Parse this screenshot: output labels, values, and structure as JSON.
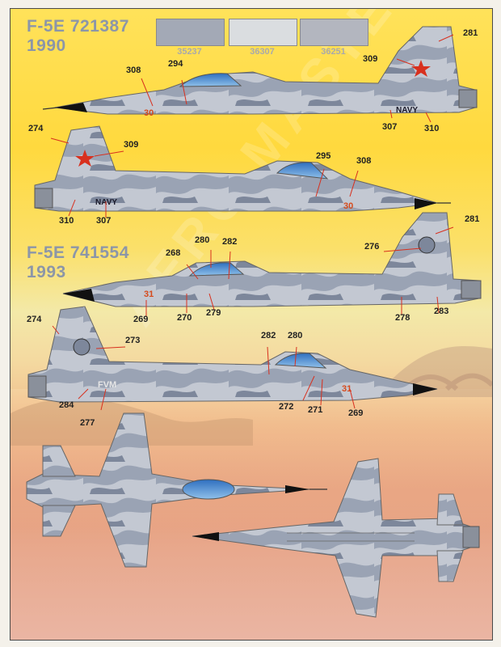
{
  "aircraft": [
    {
      "title_line1": "F-5E 721387",
      "title_line2": "1990"
    },
    {
      "title_line1": "F-5E 741554",
      "title_line2": "1993"
    }
  ],
  "swatches": [
    {
      "code": "35237",
      "color": "#a3a9b6"
    },
    {
      "code": "36307",
      "color": "#dadde0"
    },
    {
      "code": "36251",
      "color": "#b3b6bf"
    }
  ],
  "markings": {
    "navy": "NAVY",
    "modex_a": "30",
    "modex_b": "31",
    "tail_code": "FVM"
  },
  "callouts": {
    "c281a": "281",
    "c309a": "309",
    "c308a": "308",
    "c294": "294",
    "c307a": "307",
    "c310a": "310",
    "c274a": "274",
    "c309b": "309",
    "c295": "295",
    "c308b": "308",
    "c310b": "310",
    "c307b": "307",
    "c281b": "281",
    "c276": "276",
    "c268": "268",
    "c280a": "280",
    "c282a": "282",
    "c269a": "269",
    "c270a": "270",
    "c279": "279",
    "c278": "278",
    "c283": "283",
    "c274b": "274",
    "c273": "273",
    "c282b": "282",
    "c280b": "280",
    "c284": "284",
    "c277": "277",
    "c272": "272",
    "c271": "271",
    "c269b": "269"
  },
  "watermark": "AERO MASTER",
  "colors": {
    "camo_light": "#c3c8d2",
    "camo_mid": "#9aa3b4",
    "camo_dark": "#7d879b",
    "canopy": "#4f86c6",
    "star": "#d8301e",
    "modex": "#d64a1c"
  }
}
